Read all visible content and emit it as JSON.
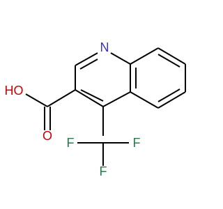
{
  "molecule": {
    "atoms": {
      "nitrogen": "N",
      "hydroxyl": "HO",
      "carbonyl_oxygen": "O",
      "fluorine_left": "F",
      "fluorine_right": "F",
      "fluorine_bottom": "F"
    }
  },
  "colors": {
    "nitrogen": "#3333cc",
    "oxygen": "#cc0000",
    "fluorine": "#2a7a4a",
    "bond": "#000000",
    "background": "#ffffff"
  }
}
